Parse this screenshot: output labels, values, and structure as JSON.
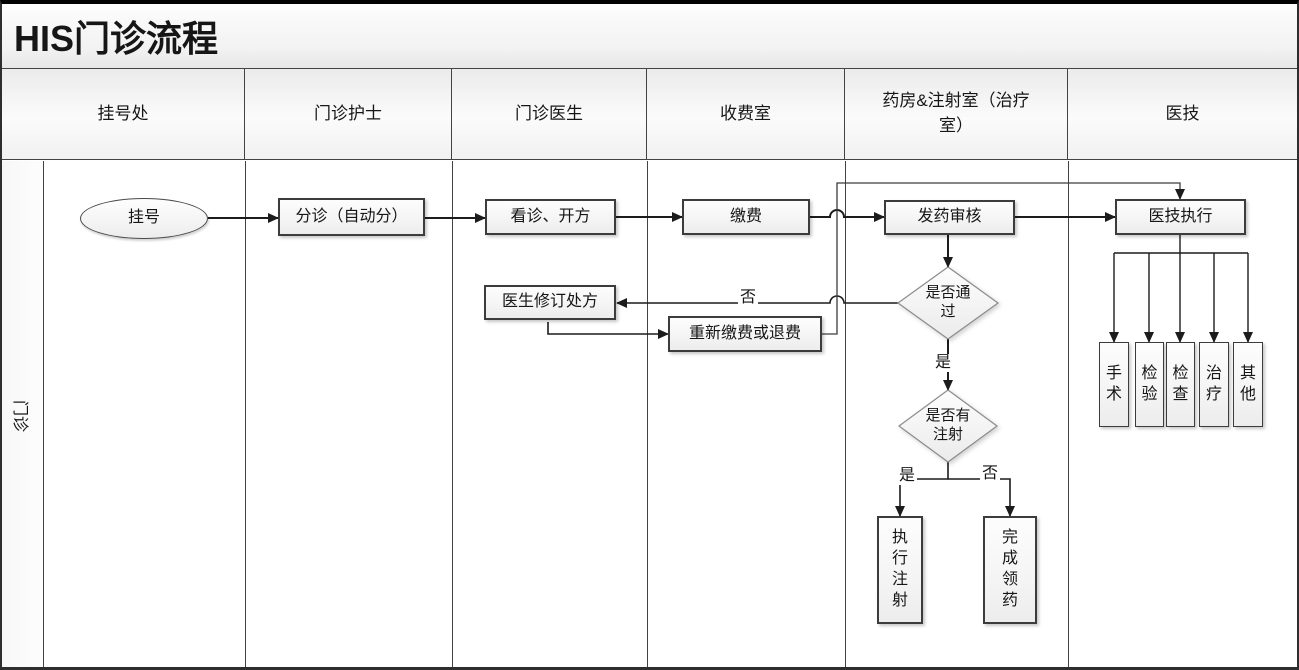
{
  "title": "HIS门诊流程",
  "side_label": "门诊",
  "lanes": [
    {
      "label": "挂号处"
    },
    {
      "label": "门诊护士"
    },
    {
      "label": "门诊医生"
    },
    {
      "label": "收费室"
    },
    {
      "label": "药房&注射室（治疗\n室）"
    },
    {
      "label": "医技"
    }
  ],
  "nodes": {
    "register": {
      "label": "挂号",
      "shape": "ellipse"
    },
    "triage": {
      "label": "分诊（自动分）",
      "shape": "rect"
    },
    "consult": {
      "label": "看诊、开方",
      "shape": "rect"
    },
    "pay": {
      "label": "缴费",
      "shape": "rect"
    },
    "dispense_review": {
      "label": "发药审核",
      "shape": "rect"
    },
    "medtech_exec": {
      "label": "医技执行",
      "shape": "rect"
    },
    "revise_rx": {
      "label": "医生修订处方",
      "shape": "rect"
    },
    "repay_refund": {
      "label": "重新缴费或退费",
      "shape": "rect"
    },
    "pass_check": {
      "label": "是否通\n过",
      "shape": "diamond"
    },
    "injection_check": {
      "label": "是否有\n注射",
      "shape": "diamond"
    },
    "do_injection": {
      "label": "执\n行\n注\n射",
      "shape": "rect"
    },
    "finish_pickup": {
      "label": "完\n成\n领\n药",
      "shape": "rect"
    },
    "surgery": {
      "label": "手\n术",
      "shape": "rect"
    },
    "lab_test": {
      "label": "检\n验",
      "shape": "rect"
    },
    "exam": {
      "label": "检\n查",
      "shape": "rect"
    },
    "treatment": {
      "label": "治\n疗",
      "shape": "rect"
    },
    "other": {
      "label": "其\n他",
      "shape": "rect"
    }
  },
  "edge_labels": {
    "pass_no": "否",
    "pass_yes": "是",
    "injection_yes": "是",
    "injection_no": "否"
  },
  "colors": {
    "connector": "#1c1c1c",
    "node_border": "#3c3c3c",
    "lane_border": "#434343",
    "frame_top": "#000000",
    "node_fill_top": "#fdfdfd",
    "node_fill_bottom": "#ececec",
    "header_fill_top": "#ebebeb",
    "header_fill_bottom": "#fbfbfb",
    "background": "#ffffff"
  }
}
